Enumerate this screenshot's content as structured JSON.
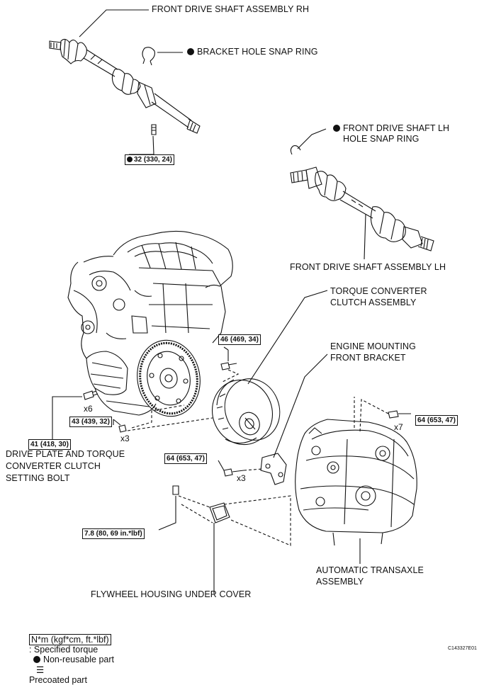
{
  "labels": {
    "shaft_rh": "FRONT DRIVE SHAFT ASSEMBLY RH",
    "bracket_ring": "BRACKET HOLE SNAP RING",
    "shaft_lh_ring_1": "FRONT DRIVE SHAFT LH",
    "shaft_lh_ring_2": "HOLE SNAP RING",
    "shaft_lh": "FRONT DRIVE SHAFT ASSEMBLY LH",
    "converter_1": "TORQUE CONVERTER",
    "converter_2": "CLUTCH ASSEMBLY",
    "mounting_1": "ENGINE MOUNTING",
    "mounting_2": "FRONT BRACKET",
    "drive_plate_1": "DRIVE PLATE AND TORQUE",
    "drive_plate_2": "CONVERTER CLUTCH",
    "drive_plate_3": "SETTING BOLT",
    "transaxle_1": "AUTOMATIC TRANSAXLE",
    "transaxle_2": "ASSEMBLY",
    "under_cover": "FLYWHEEL HOUSING UNDER COVER"
  },
  "torques": {
    "t32": "32 (330, 24)",
    "t46": "46 (469, 34)",
    "t41": "41 (418, 30)",
    "t43": "43 (439, 32)",
    "t64a": "64 (653, 47)",
    "t64b": "64 (653, 47)",
    "t78": "7.8 (80, 69 in.*lbf)"
  },
  "counts": {
    "x6": "x6",
    "x3a": "x3",
    "x3b": "x3",
    "x7": "x7"
  },
  "legend": {
    "torque_box": "N*m (kgf*cm, ft.*lbf)",
    "torque_text": ": Specified torque",
    "nonreuse": "Non-reusable part",
    "precoated": "Precoated part"
  },
  "figure_code": "C143327E01"
}
